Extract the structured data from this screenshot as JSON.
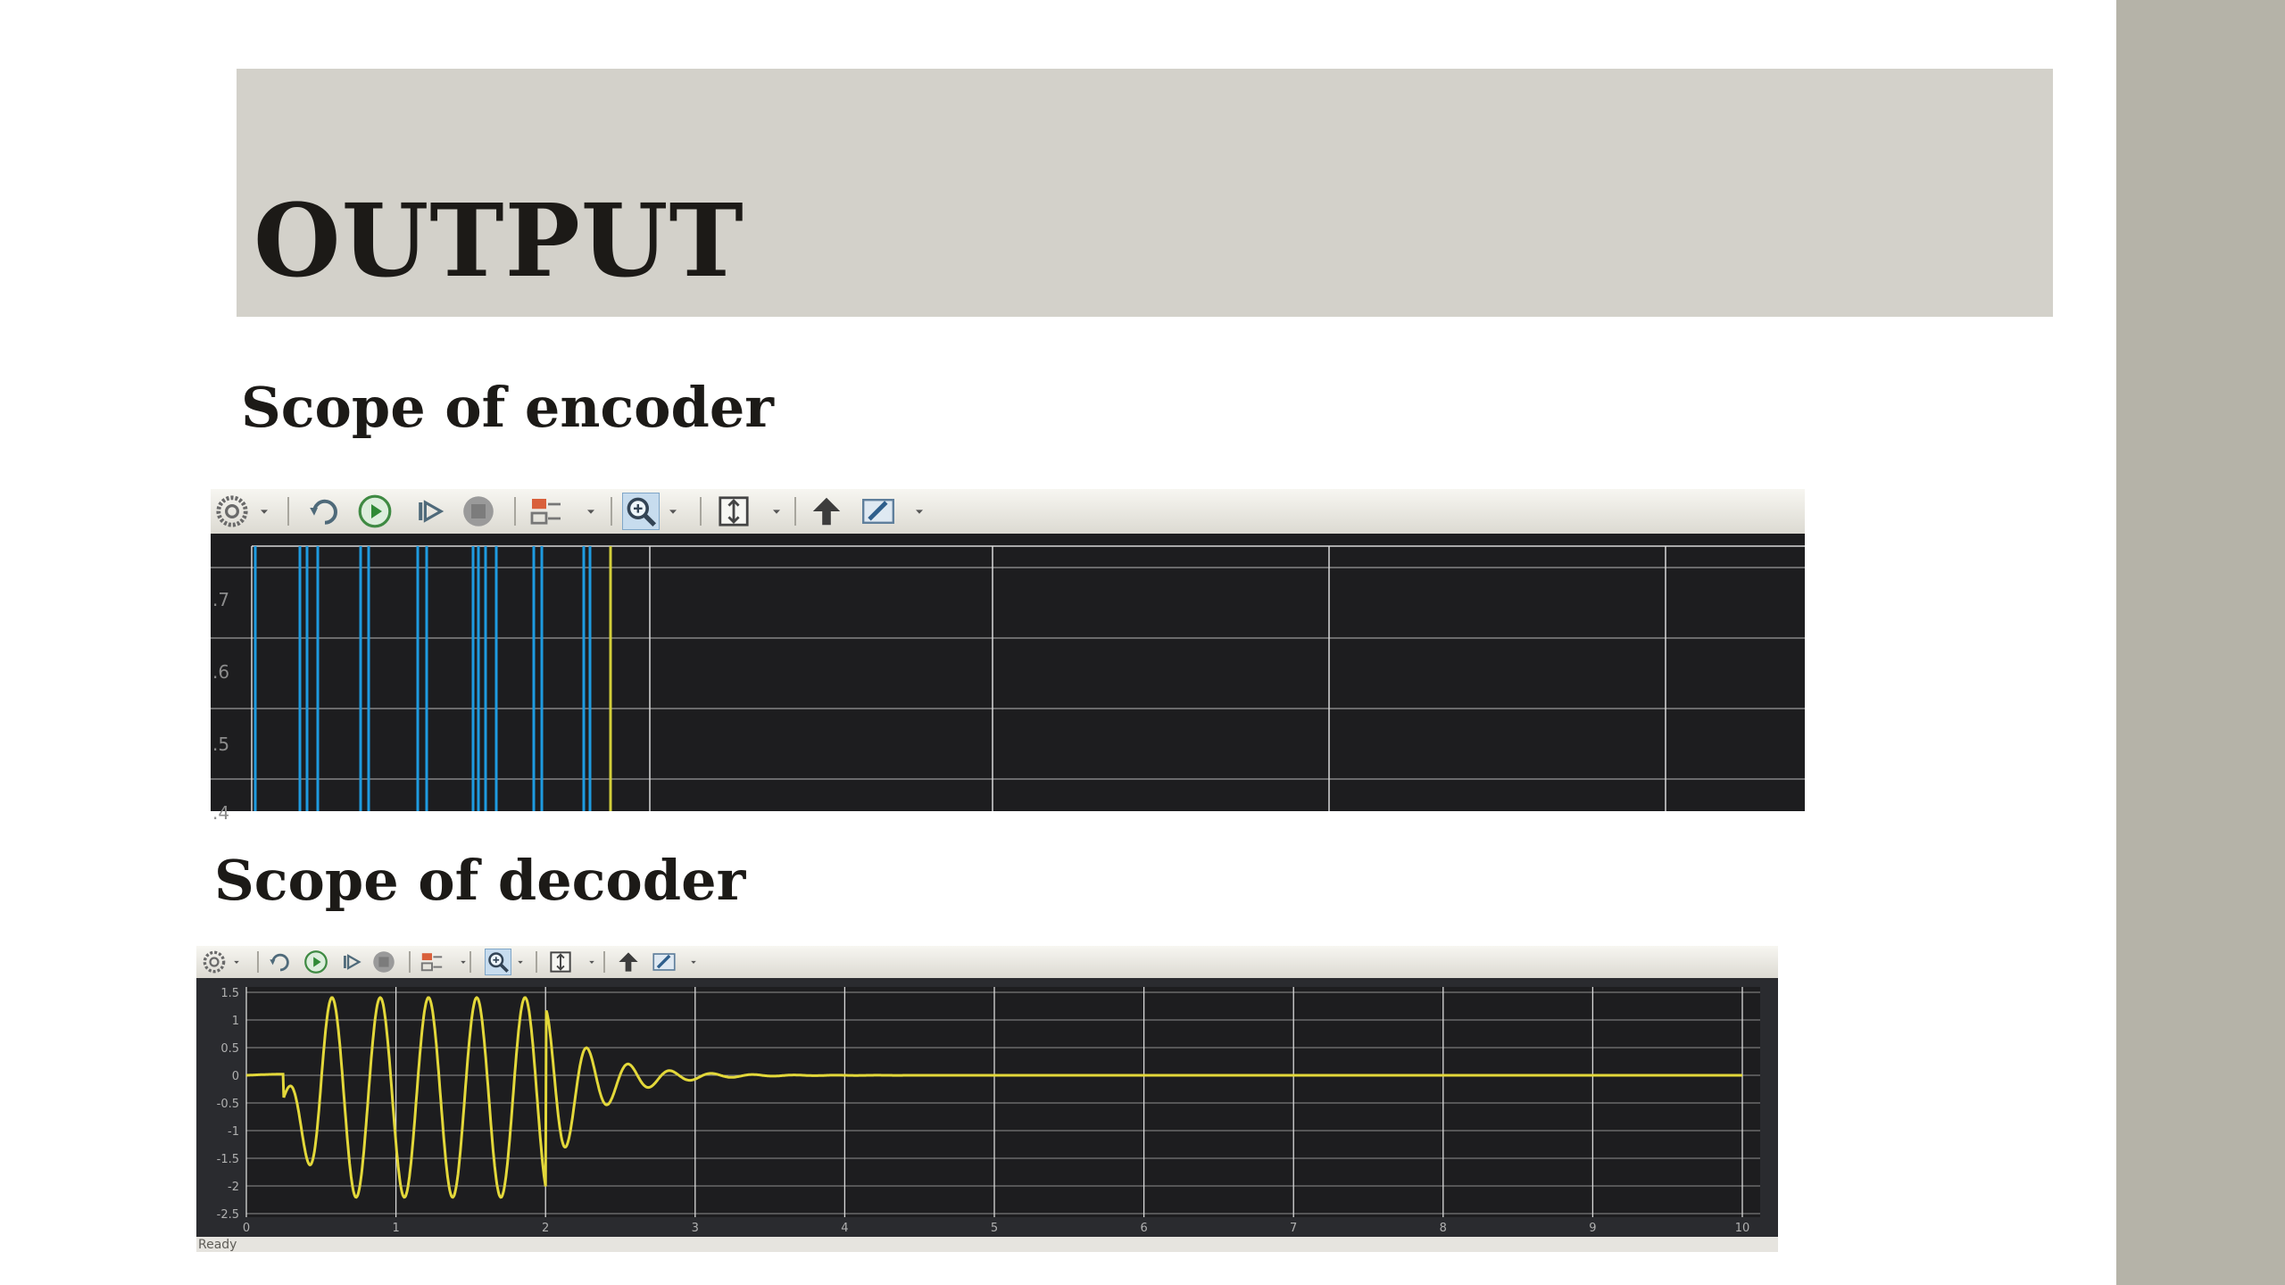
{
  "slide": {
    "title": "OUTPUT",
    "encoder_heading": "Scope of encoder",
    "decoder_heading": "Scope of decoder",
    "colors": {
      "band": "#d3d1ca",
      "side_strip": "#b5b3a8",
      "text": "#1c1a17"
    }
  },
  "toolbar": {
    "icons": [
      "gear-icon",
      "dropdown-arrow-icon",
      "step-back-icon",
      "run-icon",
      "step-forward-icon",
      "stop-icon",
      "signal-select-icon",
      "dropdown-arrow-icon",
      "zoom-icon",
      "dropdown-arrow-icon",
      "fit-to-view-icon",
      "dropdown-arrow-icon",
      "cursor-measure-icon",
      "highlight-icon",
      "dropdown-arrow-icon"
    ]
  },
  "encoder_scope": {
    "ytick_labels": [
      ".7",
      ".6",
      ".5",
      ".4"
    ],
    "colors": {
      "background": "#1d1d1f",
      "grid": "#d8d8d8",
      "signal": "#1e9be0",
      "cursor": "#d4cf3a"
    }
  },
  "decoder_scope": {
    "ytick_labels": [
      "1.5",
      "1",
      "0.5",
      "0",
      "-0.5",
      "-1",
      "-1.5",
      "-2",
      "-2.5"
    ],
    "xtick_labels": [
      "0",
      "1",
      "2",
      "3",
      "4",
      "5",
      "6",
      "7",
      "8",
      "9",
      "10"
    ],
    "status": "Ready",
    "colors": {
      "background": "#1d1d1f",
      "grid": "#d8d8d8",
      "signal": "#e3d83a"
    }
  }
}
